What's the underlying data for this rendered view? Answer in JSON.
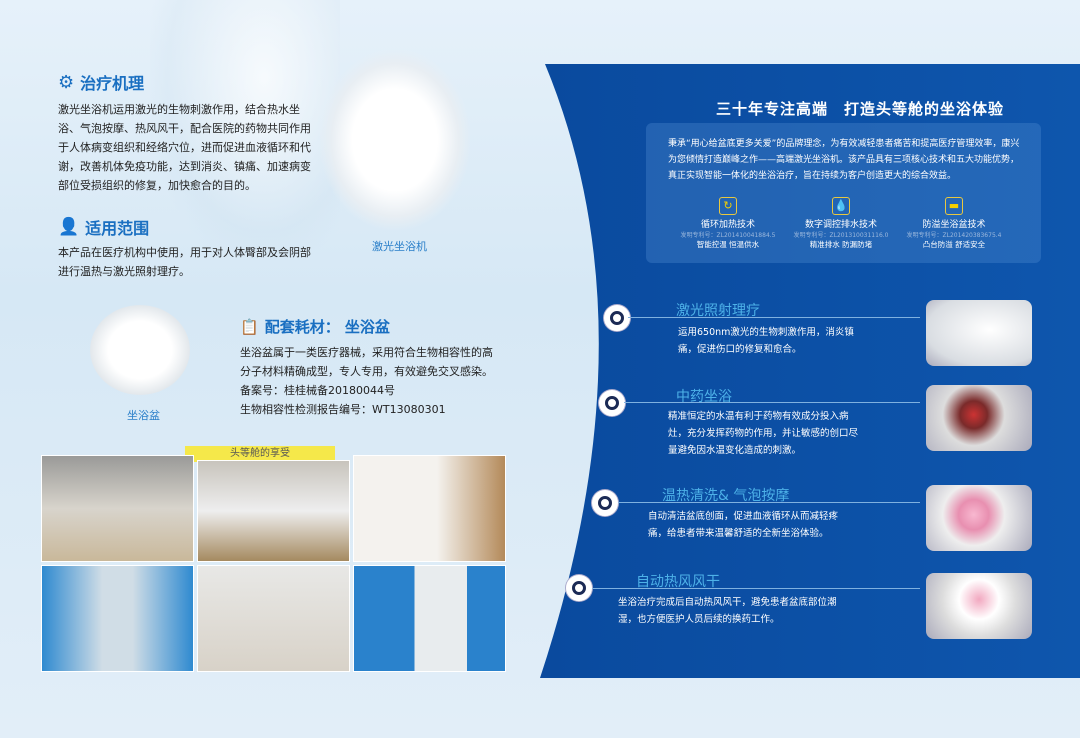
{
  "left": {
    "mechanism": {
      "icon": "gear-icon",
      "title": "治疗机理",
      "text": "激光坐浴机运用激光的生物刺激作用，结合热水坐浴、气泡按摩、热风风干，配合医院的药物共同作用于人体病变组织和经络穴位，进而促进血液循环和代谢，改善机体免疫功能，达到消炎、镇痛、加速病变部位受损组织的修复，加快愈合的目的。"
    },
    "scope": {
      "icon": "user-add-icon",
      "title": "适用范围",
      "text": "本产品在医疗机构中使用，用于对人体臀部及会阴部进行温热与激光照射理疗。"
    },
    "machine_caption": "激光坐浴机",
    "basin_caption": "坐浴盆",
    "consumable": {
      "icon": "clipboard-gear-icon",
      "title": "配套耗材： 坐浴盆",
      "lines": [
        "坐浴盆属于一类医疗器械，采用符合生物相容性的高分子材料精确成型，专人专用，有效避免交叉感染。",
        "备案号：桂桂械备20180044号",
        "生物相容性检测报告编号：WT13080301"
      ]
    },
    "gallery_label": "头等舱的享受"
  },
  "right": {
    "headline": "三十年专注高端　打造头等舱的坐浴体验",
    "intro": "秉承“用心给盆底更多关爱”的品牌理念，为有效减轻患者痛苦和提高医疗管理效率，康兴为您倾情打造巅峰之作——高端激光坐浴机。该产品具有三项核心技术和五大功能优势，真正实现智能一体化的坐浴治疗，旨在持续为客户创造更大的综合效益。",
    "techs": [
      {
        "icon": "cycle-icon",
        "title": "循环加热技术",
        "patent": "发明专利号：ZL201410041884.5",
        "sub": "智能控温 恒温供水"
      },
      {
        "icon": "water-drop-icon",
        "title": "数字调控排水技术",
        "patent": "发明专利号：ZL201310031116.0",
        "sub": "精准排水 防漏防堵"
      },
      {
        "icon": "basin-icon",
        "title": "防溢坐浴盆技术",
        "patent": "发明专利号：ZL201420383675.4",
        "sub": "凸台防溢 舒适安全"
      }
    ],
    "features": [
      {
        "title": "激光照射理疗",
        "text": "运用650nm激光的生物刺激作用，消炎镇痛，促进伤口的修复和愈合。"
      },
      {
        "title": "中药坐浴",
        "text": "精准恒定的水温有利于药物有效成分投入病灶，充分发挥药物的作用，并让敏感的创口尽量避免因水温变化造成的刺激。"
      },
      {
        "title": "温热清洗& 气泡按摩",
        "text": "自动清洁盆底创面，促进血液循环从而减轻疼痛，给患者带来温馨舒适的全新坐浴体验。"
      },
      {
        "title": "自动热风风干",
        "text": "坐浴治疗完成后自动热风风干，避免患者盆底部位潮湿，也方便医护人员后续的换药工作。"
      }
    ]
  },
  "colors": {
    "blue": "#0d4fa3",
    "accent": "#1a6fc1",
    "yellow": "#f5e84a"
  }
}
